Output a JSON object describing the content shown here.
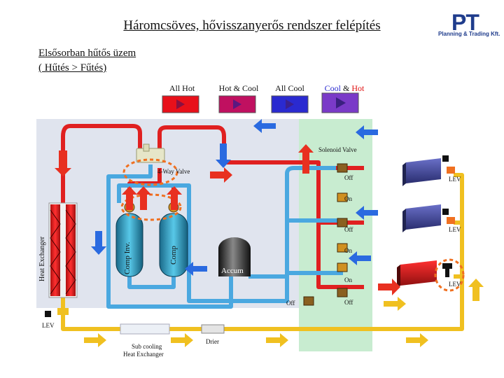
{
  "header": {
    "title": "Háromcsöves, hővisszanyerős rendszer felépítés",
    "subtitle_line1": "Elsősorban hűtős üzem",
    "subtitle_line2": "( Hűtés > Fűtés)"
  },
  "logo": {
    "mark": "PT",
    "amp": "&",
    "text": "Planning & Trading Kft."
  },
  "modes": [
    {
      "label": "All Hot",
      "color": "#e8101a"
    },
    {
      "label": "Hot & Cool",
      "color": "#c01060"
    },
    {
      "label": "All Cool",
      "color": "#2a2ad0"
    },
    {
      "label_part1": "Cool",
      "label_amp": " & ",
      "label_part2": "Hot",
      "color": "#7a3ac8"
    }
  ],
  "colors": {
    "hot_pipe": "#e02020",
    "cold_pipe": "#4aa8e0",
    "liquid_pipe": "#f0c020",
    "hot_arrow": "#e83020",
    "cold_arrow": "#2a6ae0",
    "liquid_arrow": "#f0c020",
    "indoor_zone": "#c8ecd0",
    "outdoor_zone": "#e0e4ee"
  },
  "labels": {
    "solenoid_valve": "Solenoid Valve",
    "four_way_valve": "4-Way Valve",
    "heat_exchanger": "Heat Exchanger",
    "comp_inv": "Comp Inv.",
    "comp": "Comp",
    "accum": "Accum",
    "lev_outdoor": "LEV",
    "sub_cooling": "Sub cooling",
    "sub_cooling_2": "Heat Exchanger",
    "drier": "Drier",
    "valve_off_1": "Off",
    "valve_on_1": "On",
    "valve_off_2": "Off",
    "valve_on_2": "On",
    "valve_on_3": "On",
    "valve_off_3": "Off",
    "valve_off_left": "Off",
    "lev_1": "LEV",
    "lev_2": "LEV",
    "lev_3": "LEV"
  }
}
